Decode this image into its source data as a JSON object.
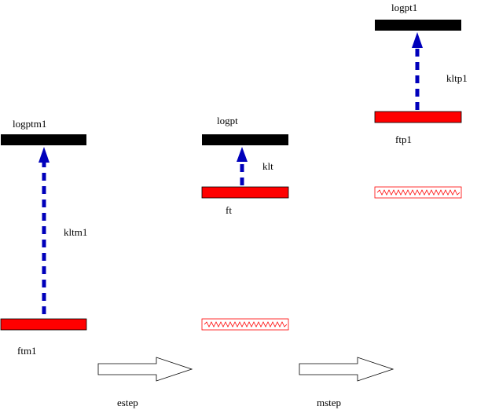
{
  "colors": {
    "black_bar": "#000000",
    "red_bar": "#ff0000",
    "arrow": "#0000bb",
    "outline": "#000000",
    "zigzag": "#ff0000"
  },
  "columns": [
    {
      "id": "tm1",
      "top_label": "logptm1",
      "bottom_label": "ftm1",
      "arrow_label": "kltm1",
      "has_zigzag_ghost": false
    },
    {
      "id": "t",
      "top_label": "logpt",
      "bottom_label": "ft",
      "arrow_label": "klt",
      "has_zigzag_ghost": true
    },
    {
      "id": "tp1",
      "top_label": "logpt1",
      "bottom_label": "ftp1",
      "arrow_label": "kltp1",
      "has_zigzag_ghost": true
    }
  ],
  "steps": [
    {
      "id": "estep",
      "label": "estep",
      "icon": "right-arrow-icon"
    },
    {
      "id": "mstep",
      "label": "mstep",
      "icon": "right-arrow-icon"
    }
  ]
}
